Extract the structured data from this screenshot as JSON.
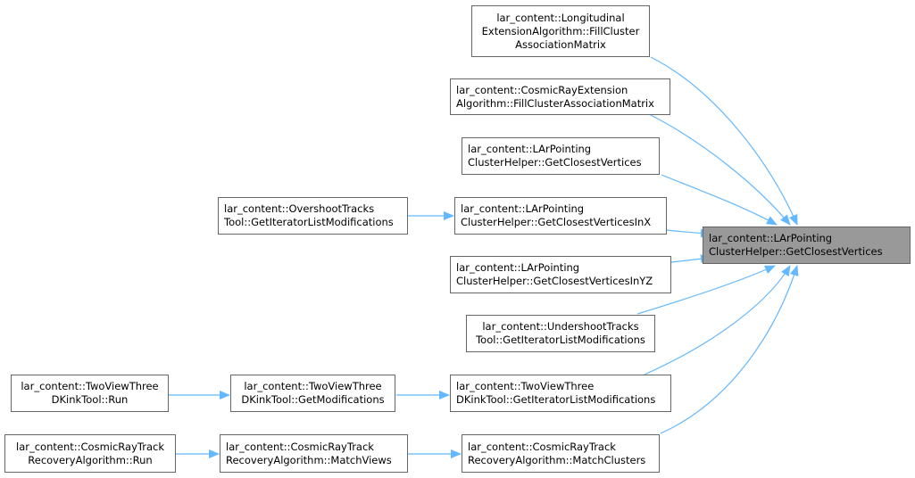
{
  "colors": {
    "edge": "#63b8ff",
    "root_fill": "#999999",
    "node_border": "#666666"
  },
  "nodes": {
    "root": {
      "l1": "lar_content::LArPointing",
      "l2": "ClusterHelper::GetClosestVertices"
    },
    "longitudinal": {
      "l1": "lar_content::Longitudinal",
      "l2": "ExtensionAlgorithm::FillCluster",
      "l3": "AssociationMatrix"
    },
    "cosmic_ext": {
      "l1": "lar_content::CosmicRayExtension",
      "l2": "Algorithm::FillClusterAssociationMatrix"
    },
    "lapc_vertices": {
      "l1": "lar_content::LArPointing",
      "l2": "ClusterHelper::GetClosestVertices"
    },
    "overshoot": {
      "l1": "lar_content::OvershootTracks",
      "l2": "Tool::GetIteratorListModifications"
    },
    "lapc_inx": {
      "l1": "lar_content::LArPointing",
      "l2": "ClusterHelper::GetClosestVerticesInX"
    },
    "lapc_inyz": {
      "l1": "lar_content::LArPointing",
      "l2": "ClusterHelper::GetClosestVerticesInYZ"
    },
    "undershoot": {
      "l1": "lar_content::UndershootTracks",
      "l2": "Tool::GetIteratorListModifications"
    },
    "tvtk_run": {
      "l1": "lar_content::TwoViewThree",
      "l2": "DKinkTool::Run"
    },
    "tvtk_getmods": {
      "l1": "lar_content::TwoViewThree",
      "l2": "DKinkTool::GetModifications"
    },
    "tvtk_getiter": {
      "l1": "lar_content::TwoViewThree",
      "l2": "DKinkTool::GetIteratorListModifications"
    },
    "crtr_run": {
      "l1": "lar_content::CosmicRayTrack",
      "l2": "RecoveryAlgorithm::Run"
    },
    "crtr_matchviews": {
      "l1": "lar_content::CosmicRayTrack",
      "l2": "RecoveryAlgorithm::MatchViews"
    },
    "crtr_matchclusters": {
      "l1": "lar_content::CosmicRayTrack",
      "l2": "RecoveryAlgorithm::MatchClusters"
    }
  }
}
